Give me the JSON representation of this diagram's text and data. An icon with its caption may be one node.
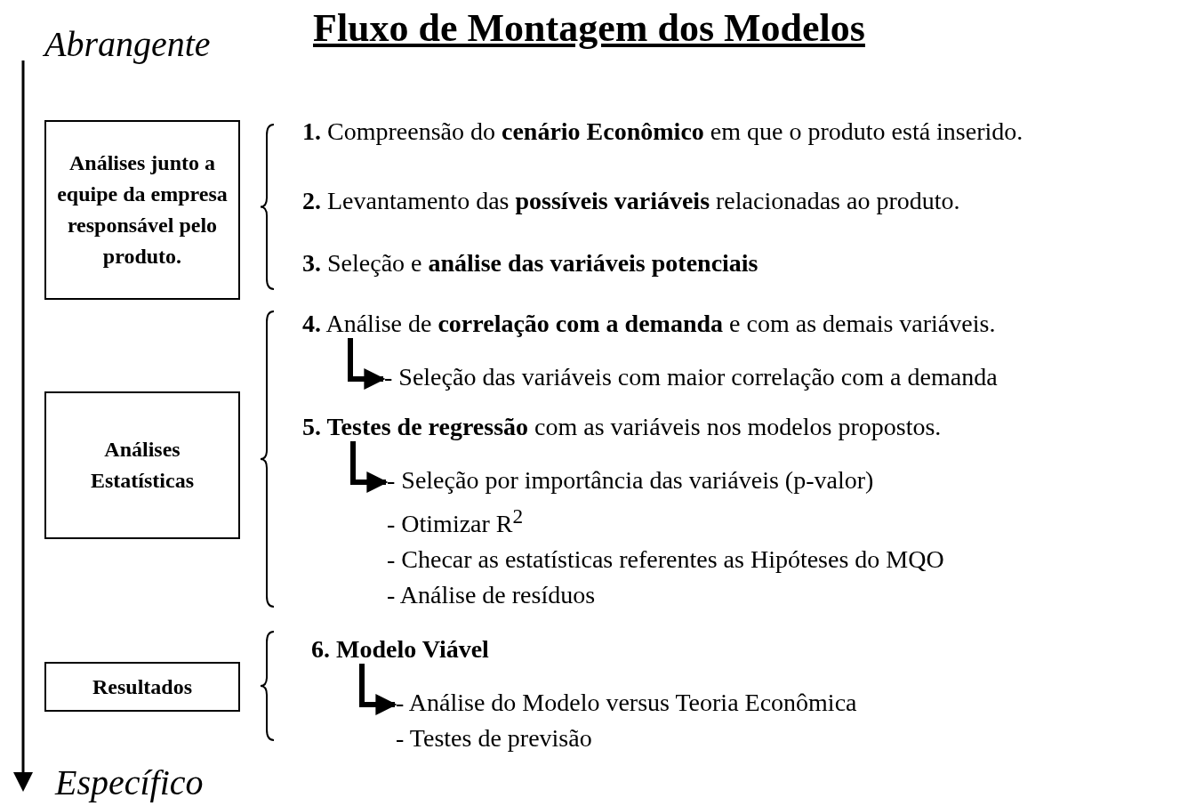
{
  "diagram": {
    "title": "Fluxo de Montagem dos Modelos",
    "nodes": [
      {
        "text": [
          "Análises junto a equipe da empresa responsável pelo produto."
        ]
      },
      {
        "text": [
          "Análises Estatísticas"
        ]
      },
      {
        "text": [
          "Resultados"
        ]
      },
      {
        "text": [
          "**1.** Compreensão do **cenário Econômico** em que o produto está inserido."
        ]
      },
      {
        "text": [
          "**2.** Levantamento das **possíveis variáveis** relacionadas ao produto."
        ]
      },
      {
        "text": [
          "**3.** Seleção e **análise das variáveis potenciais**"
        ]
      },
      {
        "text": [
          "**4.** Análise de **correlação com a demanda** e com as demais variáveis."
        ]
      },
      {
        "text": [
          "- Seleção das variáveis com maior correlação com a demanda"
        ]
      },
      {
        "text": [
          "**5. Testes de regressão** com as variáveis nos modelos propostos."
        ]
      },
      {
        "text": [
          "- Seleção por importância das variáveis (p-valor)",
          "- Otimizar R$^{2}$",
          "- Checar as estatísticas referentes as Hipóteses do MQO",
          "- Análise de resíduos"
        ]
      },
      {
        "text": [
          "6. Modelo Viável"
        ]
      },
      {
        "text": [
          "- Análise do Modelo versus Teoria Econômica",
          "- Testes de previsão"
        ]
      }
    ],
    "edges": [
      {
        "from": 6,
        "to": 7,
        "arrow": "to"
      },
      {
        "from": 8,
        "to": 9,
        "arrow": "to"
      },
      {
        "from": 10,
        "to": 11,
        "arrow": "to"
      }
    ],
    "labels": [
      "Abrangente",
      "Específico"
    ]
  }
}
